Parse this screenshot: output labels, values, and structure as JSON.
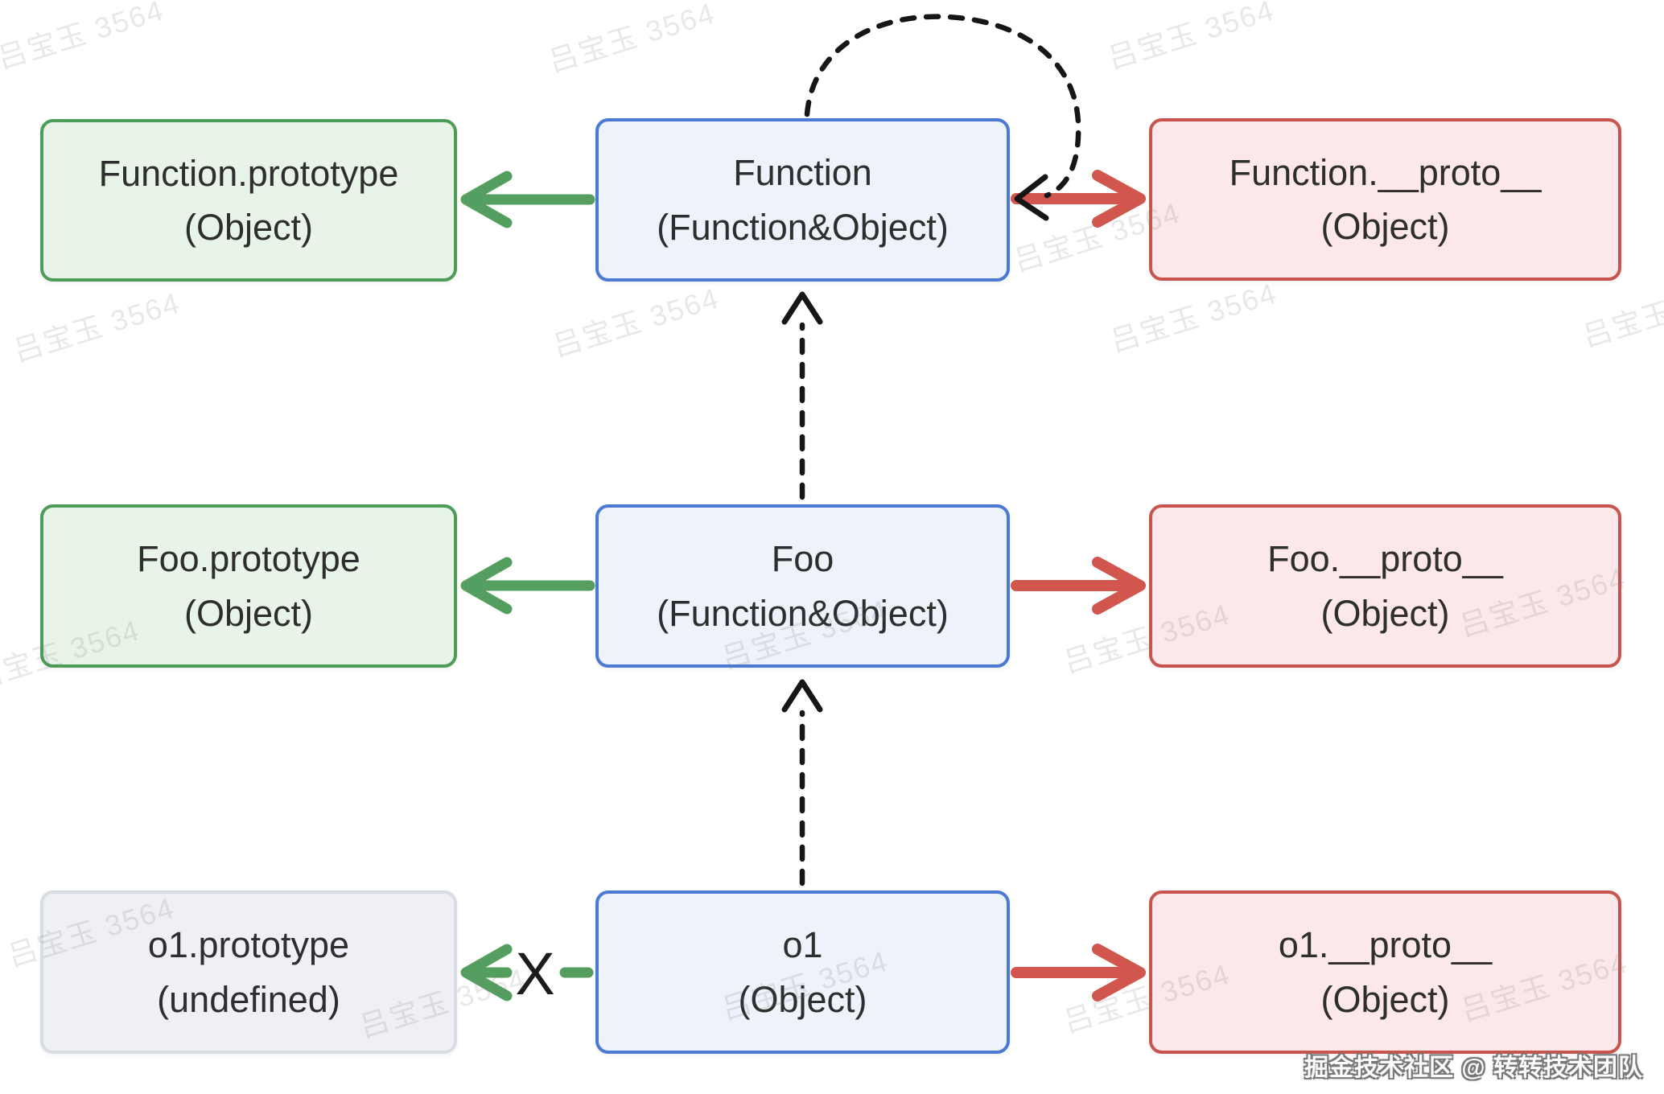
{
  "watermark": {
    "text": "吕宝玉 3564"
  },
  "credit": {
    "text": "掘金技术社区 @ 转转技术团队"
  },
  "broken_x": "X",
  "colors": {
    "green_border": "#4d9c5a",
    "green_bg": "#e9f4e9",
    "blue_border": "#4b79d4",
    "blue_bg": "#eef2fa",
    "red_border": "#c85450",
    "red_bg": "#fce8e8",
    "gray_border": "#d8dce3",
    "gray_bg": "#eef0f5",
    "green_arrow": "#549e60",
    "red_arrow": "#d1564e",
    "dash": "#161616",
    "text": "#2e2e2e"
  },
  "boxes": {
    "function_prototype": {
      "title": "Function.prototype",
      "subtitle": "(Object)"
    },
    "function": {
      "title": "Function",
      "subtitle": "(Function&Object)"
    },
    "function_proto": {
      "title": "Function.__proto__",
      "subtitle": "(Object)"
    },
    "foo_prototype": {
      "title": "Foo.prototype",
      "subtitle": "(Object)"
    },
    "foo": {
      "title": "Foo",
      "subtitle": "(Function&Object)"
    },
    "foo_proto": {
      "title": "Foo.__proto__",
      "subtitle": "(Object)"
    },
    "o1_prototype": {
      "title": "o1.prototype",
      "subtitle": "(undefined)"
    },
    "o1": {
      "title": "o1",
      "subtitle": "(Object)"
    },
    "o1_proto": {
      "title": "o1.__proto__",
      "subtitle": "(Object)"
    }
  }
}
